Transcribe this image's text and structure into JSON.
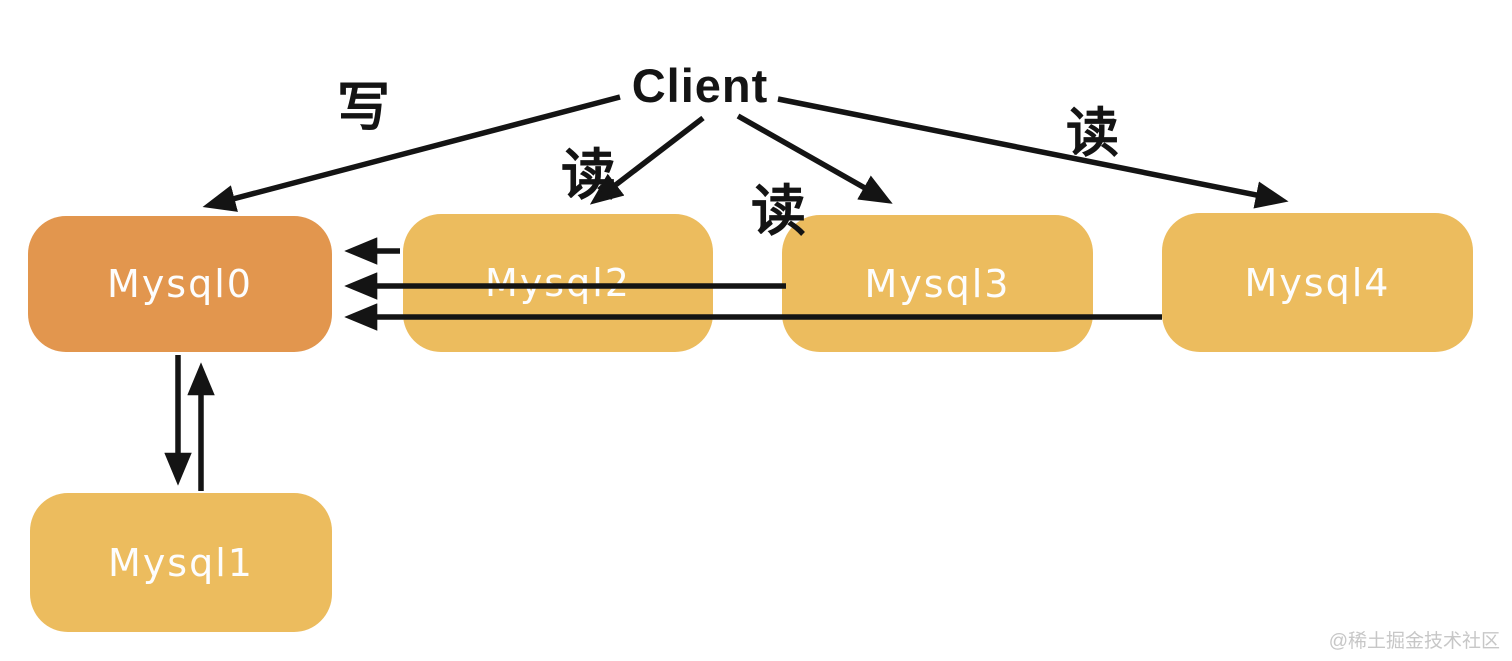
{
  "title": {
    "client": "Client"
  },
  "labels": {
    "write": "写",
    "read": "读"
  },
  "nodes": {
    "mysql0": "Mysql0",
    "mysql1": "Mysql1",
    "mysql2": "Mysql2",
    "mysql3": "Mysql3",
    "mysql4": "Mysql4"
  },
  "edges": [
    {
      "from": "client",
      "to": "mysql0",
      "label": "写"
    },
    {
      "from": "client",
      "to": "mysql2",
      "label": "读"
    },
    {
      "from": "client",
      "to": "mysql3",
      "label": "读"
    },
    {
      "from": "client",
      "to": "mysql4",
      "label": "读"
    },
    {
      "from": "mysql2",
      "to": "mysql0"
    },
    {
      "from": "mysql3",
      "to": "mysql0"
    },
    {
      "from": "mysql4",
      "to": "mysql0"
    },
    {
      "from": "mysql0",
      "to": "mysql1"
    },
    {
      "from": "mysql1",
      "to": "mysql0"
    }
  ],
  "colors": {
    "background": "#ffffff",
    "master_fill": "#e2964e",
    "replica_fill": "#ecbc5e",
    "node_text": "#fdfdfd",
    "line": "#141414",
    "watermark": "#c7c7c7"
  },
  "watermark": {
    "text": "@稀土掘金技术社区"
  }
}
